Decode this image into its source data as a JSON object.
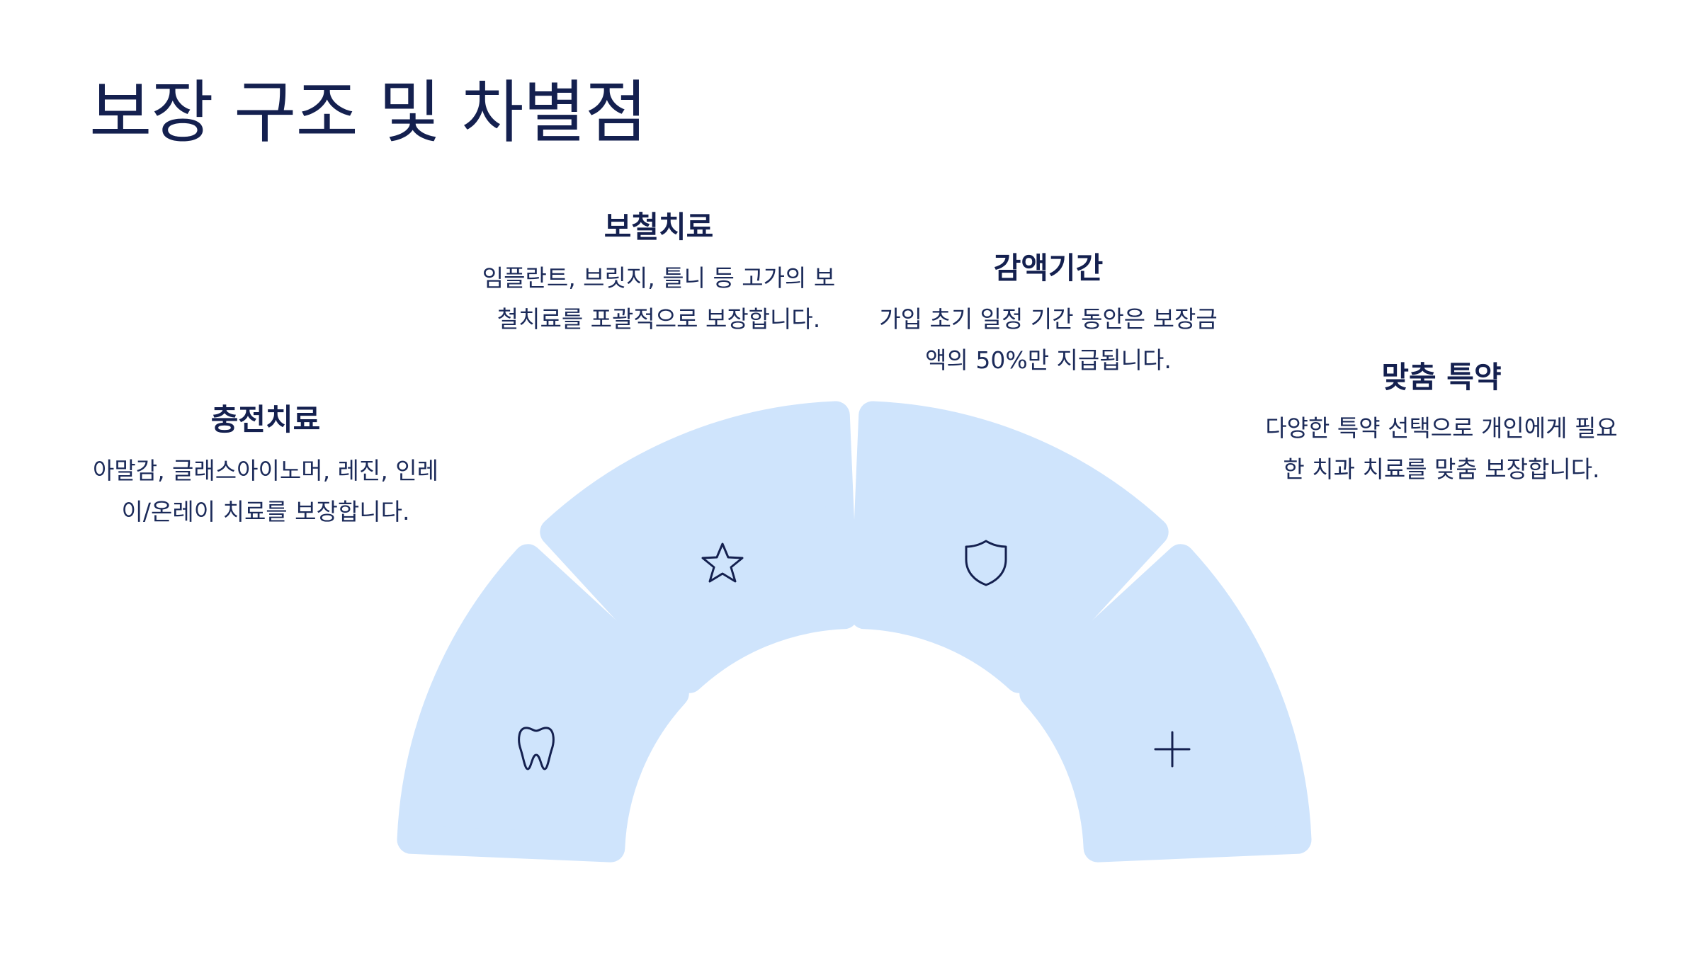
{
  "slide": {
    "title": "보장 구조 및 차별점"
  },
  "segments": [
    {
      "title": "충전치료",
      "desc": "아말감, 글래스아이노머, 레진, 인레이/온레이 치료를 보장합니다.",
      "icon": "tooth-icon"
    },
    {
      "title": "보철치료",
      "desc": "임플란트, 브릿지, 틀니 등 고가의 보철치료를 포괄적으로 보장합니다.",
      "icon": "star-icon"
    },
    {
      "title": "감액기간",
      "desc": "가입 초기 일정 기간 동안은 보장금액의 50%만 지급됩니다.",
      "icon": "shield-icon"
    },
    {
      "title": "맞춤 특약",
      "desc": "다양한 특약 선택으로 개인에게 필요한 치과 치료를 맞춤 보장합니다.",
      "icon": "plus-icon"
    }
  ],
  "colors": {
    "segment_fill": "#cfe4fc",
    "text": "#14204f"
  }
}
